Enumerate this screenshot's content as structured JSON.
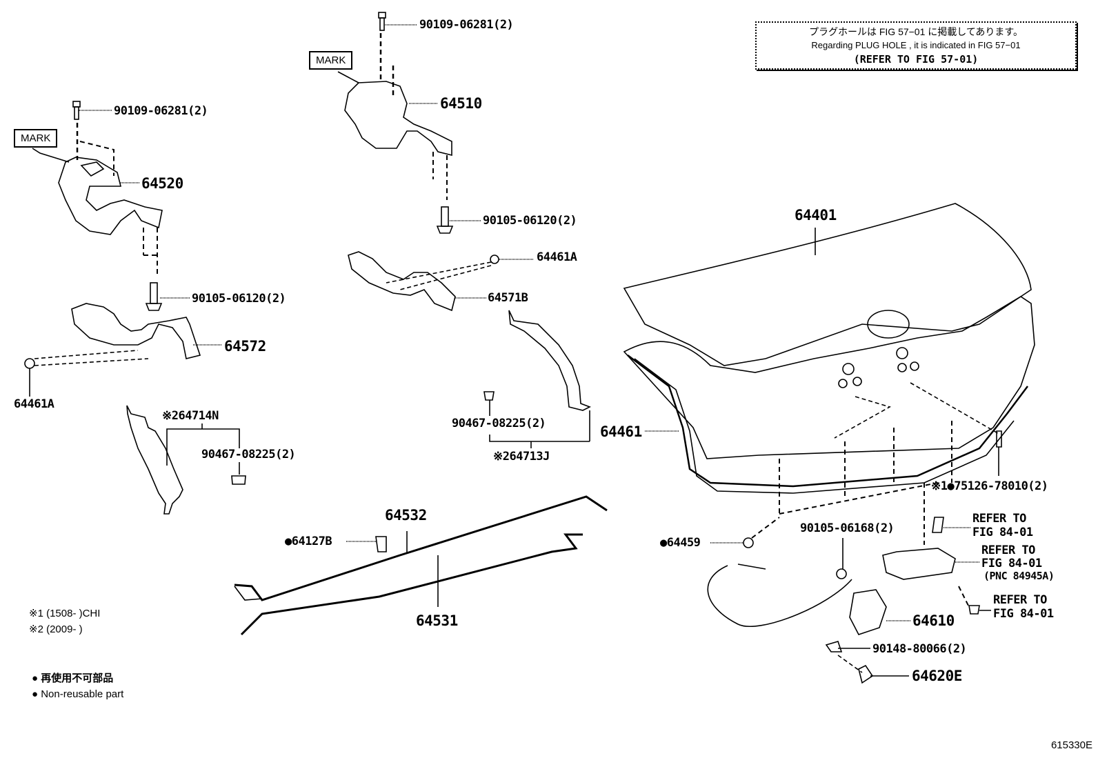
{
  "note": {
    "japanese": "プラグホールは FIG 57−01 に掲載してあります。",
    "english": "Regarding PLUG HOLE , it is indicated in FIG 57−01",
    "reference": "(REFER TO FIG 57-01)"
  },
  "mark_label": "MARK",
  "parts": {
    "bolt_left": "90109-06281(2)",
    "hinge_left": "64520",
    "bolt_left_lower": "90105-06120(2)",
    "hinge_cover_left": "64572",
    "clip_left": "64461A",
    "trim_left": "※264714N",
    "clip_trim_left": "90467-08225(2)",
    "bolt_center": "90109-06281(2)",
    "hinge_right": "64510",
    "bolt_center_lower": "90105-06120(2)",
    "clip_center": "64461A",
    "hinge_cover_right": "64571B",
    "clip_trim_right": "90467-08225(2)",
    "trim_right": "※264713J",
    "torsion_bar_1": "64532",
    "torsion_bar_2": "64531",
    "bushing": "●64127B",
    "luggage_door": "64401",
    "weatherstrip": "64461",
    "cushion": "※1●75126-78010(2)",
    "plug": "●64459",
    "lock_bolt": "90105-06168(2)",
    "lock": "64610",
    "striker_screw": "90148-80066(2)",
    "striker": "64620E",
    "refer_1_line1": "REFER TO",
    "refer_1_line2": "FIG 84-01",
    "refer_2_line1": "REFER TO",
    "refer_2_line2": "FIG 84-01",
    "refer_2_line3": "(PNC 84945A)",
    "refer_3_line1": "REFER TO",
    "refer_3_line2": "FIG 84-01"
  },
  "footnotes": {
    "note1": "※1 (1508-        )CHI",
    "note2": "※2 (2009-        )"
  },
  "legend": {
    "jp": "● 再使用不可部品",
    "en": "● Non-reusable part"
  },
  "figure_id": "615330E"
}
